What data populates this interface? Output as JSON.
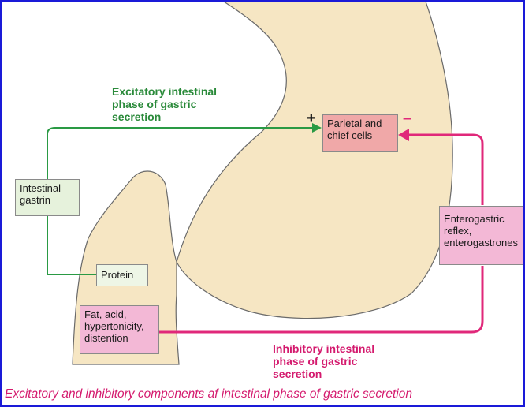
{
  "excitatory_title": "Excitatory intestinal\nphase of gastric\nsecretion",
  "inhibitory_title": "Inhibitory intestinal\nphase of gastric\nsecretion",
  "boxes": {
    "parietal": "Parietal and\nchief cells",
    "intestinal_gastrin": "Intestinal\ngastrin",
    "protein": "Protein",
    "fat": "Fat, acid,\nhypertonicity,\ndistention",
    "enterogastric": "Enterogastric\nreflex,\nenterogastrones"
  },
  "signs": {
    "plus": "+",
    "minus": "–"
  },
  "caption": "Excitatory and inhibitory components af intestinal phase of gastric secretion",
  "colors": {
    "stomach": "#f6e6c3",
    "excitatory": "#2a9a44",
    "inhibitory": "#e0287a",
    "frame": "#1a1ad8"
  }
}
